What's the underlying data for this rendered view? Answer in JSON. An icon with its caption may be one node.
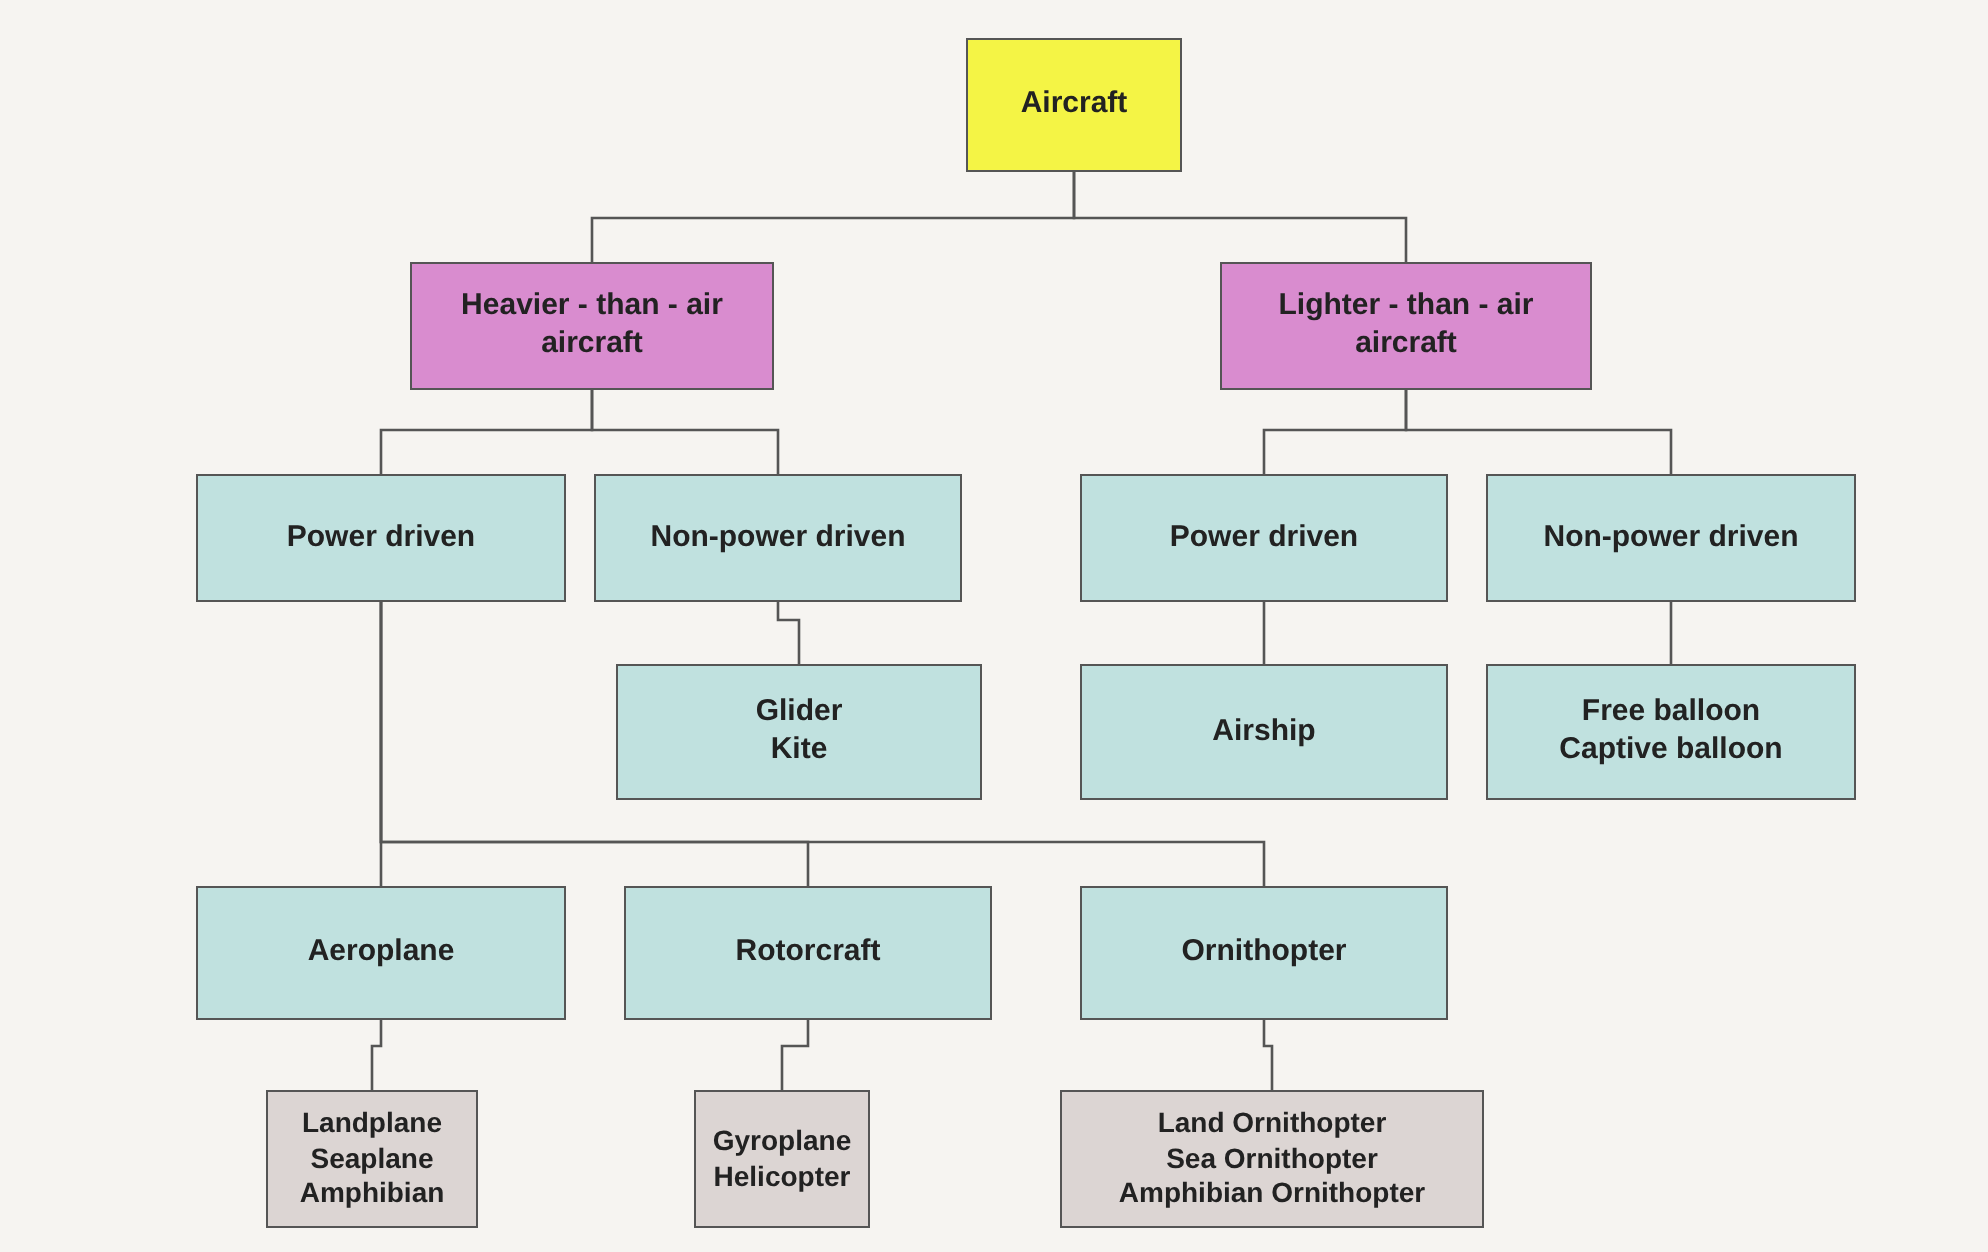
{
  "diagram": {
    "nodes": [
      {
        "text": [
          "Aircraft"
        ]
      },
      {
        "text": [
          "Heavier - than - air aircraft"
        ]
      },
      {
        "text": [
          "Lighter - than - air aircraft"
        ]
      },
      {
        "text": [
          "Power driven"
        ]
      },
      {
        "text": [
          "Non-power driven"
        ]
      },
      {
        "text": [
          "Power driven"
        ]
      },
      {
        "text": [
          "Non-power driven"
        ]
      },
      {
        "text": [
          "Glider",
          "Kite"
        ]
      },
      {
        "text": [
          "Airship"
        ]
      },
      {
        "text": [
          "Free balloon",
          "Captive balloon"
        ]
      },
      {
        "text": [
          "Aeroplane"
        ]
      },
      {
        "text": [
          "Rotorcraft"
        ]
      },
      {
        "text": [
          "Ornithopter"
        ]
      },
      {
        "text": [
          "Landplane",
          "Seaplane",
          "Amphibian"
        ]
      },
      {
        "text": [
          "Gyroplane",
          "Helicopter"
        ]
      },
      {
        "text": [
          "Land Ornithopter",
          "Sea Ornithopter",
          "Amphibian Ornithopter"
        ]
      }
    ],
    "edges": [
      {
        "from": 0,
        "to": 1,
        "arrow": "none"
      },
      {
        "from": 0,
        "to": 2,
        "arrow": "none"
      },
      {
        "from": 1,
        "to": 3,
        "arrow": "none"
      },
      {
        "from": 1,
        "to": 4,
        "arrow": "none"
      },
      {
        "from": 2,
        "to": 5,
        "arrow": "none"
      },
      {
        "from": 2,
        "to": 6,
        "arrow": "none"
      },
      {
        "from": 4,
        "to": 7,
        "arrow": "none"
      },
      {
        "from": 5,
        "to": 8,
        "arrow": "none"
      },
      {
        "from": 6,
        "to": 9,
        "arrow": "none"
      },
      {
        "from": 3,
        "to": 10,
        "arrow": "none"
      },
      {
        "from": 3,
        "to": 11,
        "arrow": "none"
      },
      {
        "from": 3,
        "to": 12,
        "arrow": "none"
      },
      {
        "from": 10,
        "to": 13,
        "arrow": "none"
      },
      {
        "from": 11,
        "to": 14,
        "arrow": "none"
      },
      {
        "from": 12,
        "to": 15,
        "arrow": "none"
      }
    ]
  }
}
